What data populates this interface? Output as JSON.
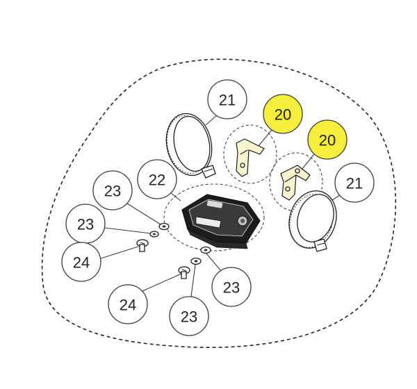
{
  "diagram": {
    "highlight_color": "#f5ee3b",
    "callouts": [
      {
        "label": "21"
      },
      {
        "label": "20"
      },
      {
        "label": "20"
      },
      {
        "label": "21"
      },
      {
        "label": "22"
      },
      {
        "label": "23"
      },
      {
        "label": "23"
      },
      {
        "label": "24"
      },
      {
        "label": "24"
      },
      {
        "label": "23"
      },
      {
        "label": "23"
      }
    ]
  }
}
